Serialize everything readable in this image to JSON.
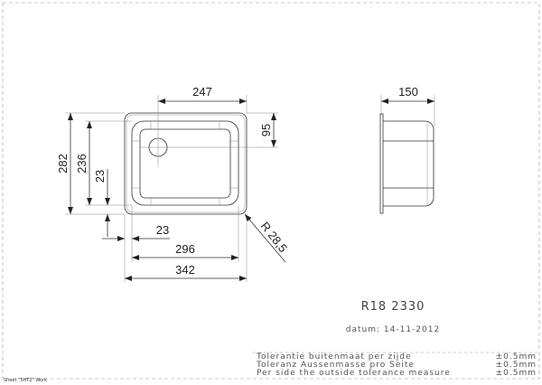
{
  "drawing": {
    "model": "R18 2330",
    "date": "datum: 14-11-2012",
    "sheet_label": "Sheet \"SHT2\" Work",
    "dimensions": {
      "top_width": "247",
      "drain_offset": "95",
      "overall_height": "282",
      "inner_height": "236",
      "rim_vertical": "23",
      "rim_horizontal": "23",
      "inner_width": "296",
      "overall_width": "342",
      "corner_radius": "R 28,5",
      "depth": "150"
    },
    "tolerances": [
      {
        "label": "Tolerantie buitenmaat per zijde",
        "value": "±0.5mm"
      },
      {
        "label": "Toleranz Aussenmasse pro Seite",
        "value": "±0.5mm"
      },
      {
        "label": "Per side the outside tolerance measure",
        "value": "±0.5mm"
      }
    ]
  }
}
